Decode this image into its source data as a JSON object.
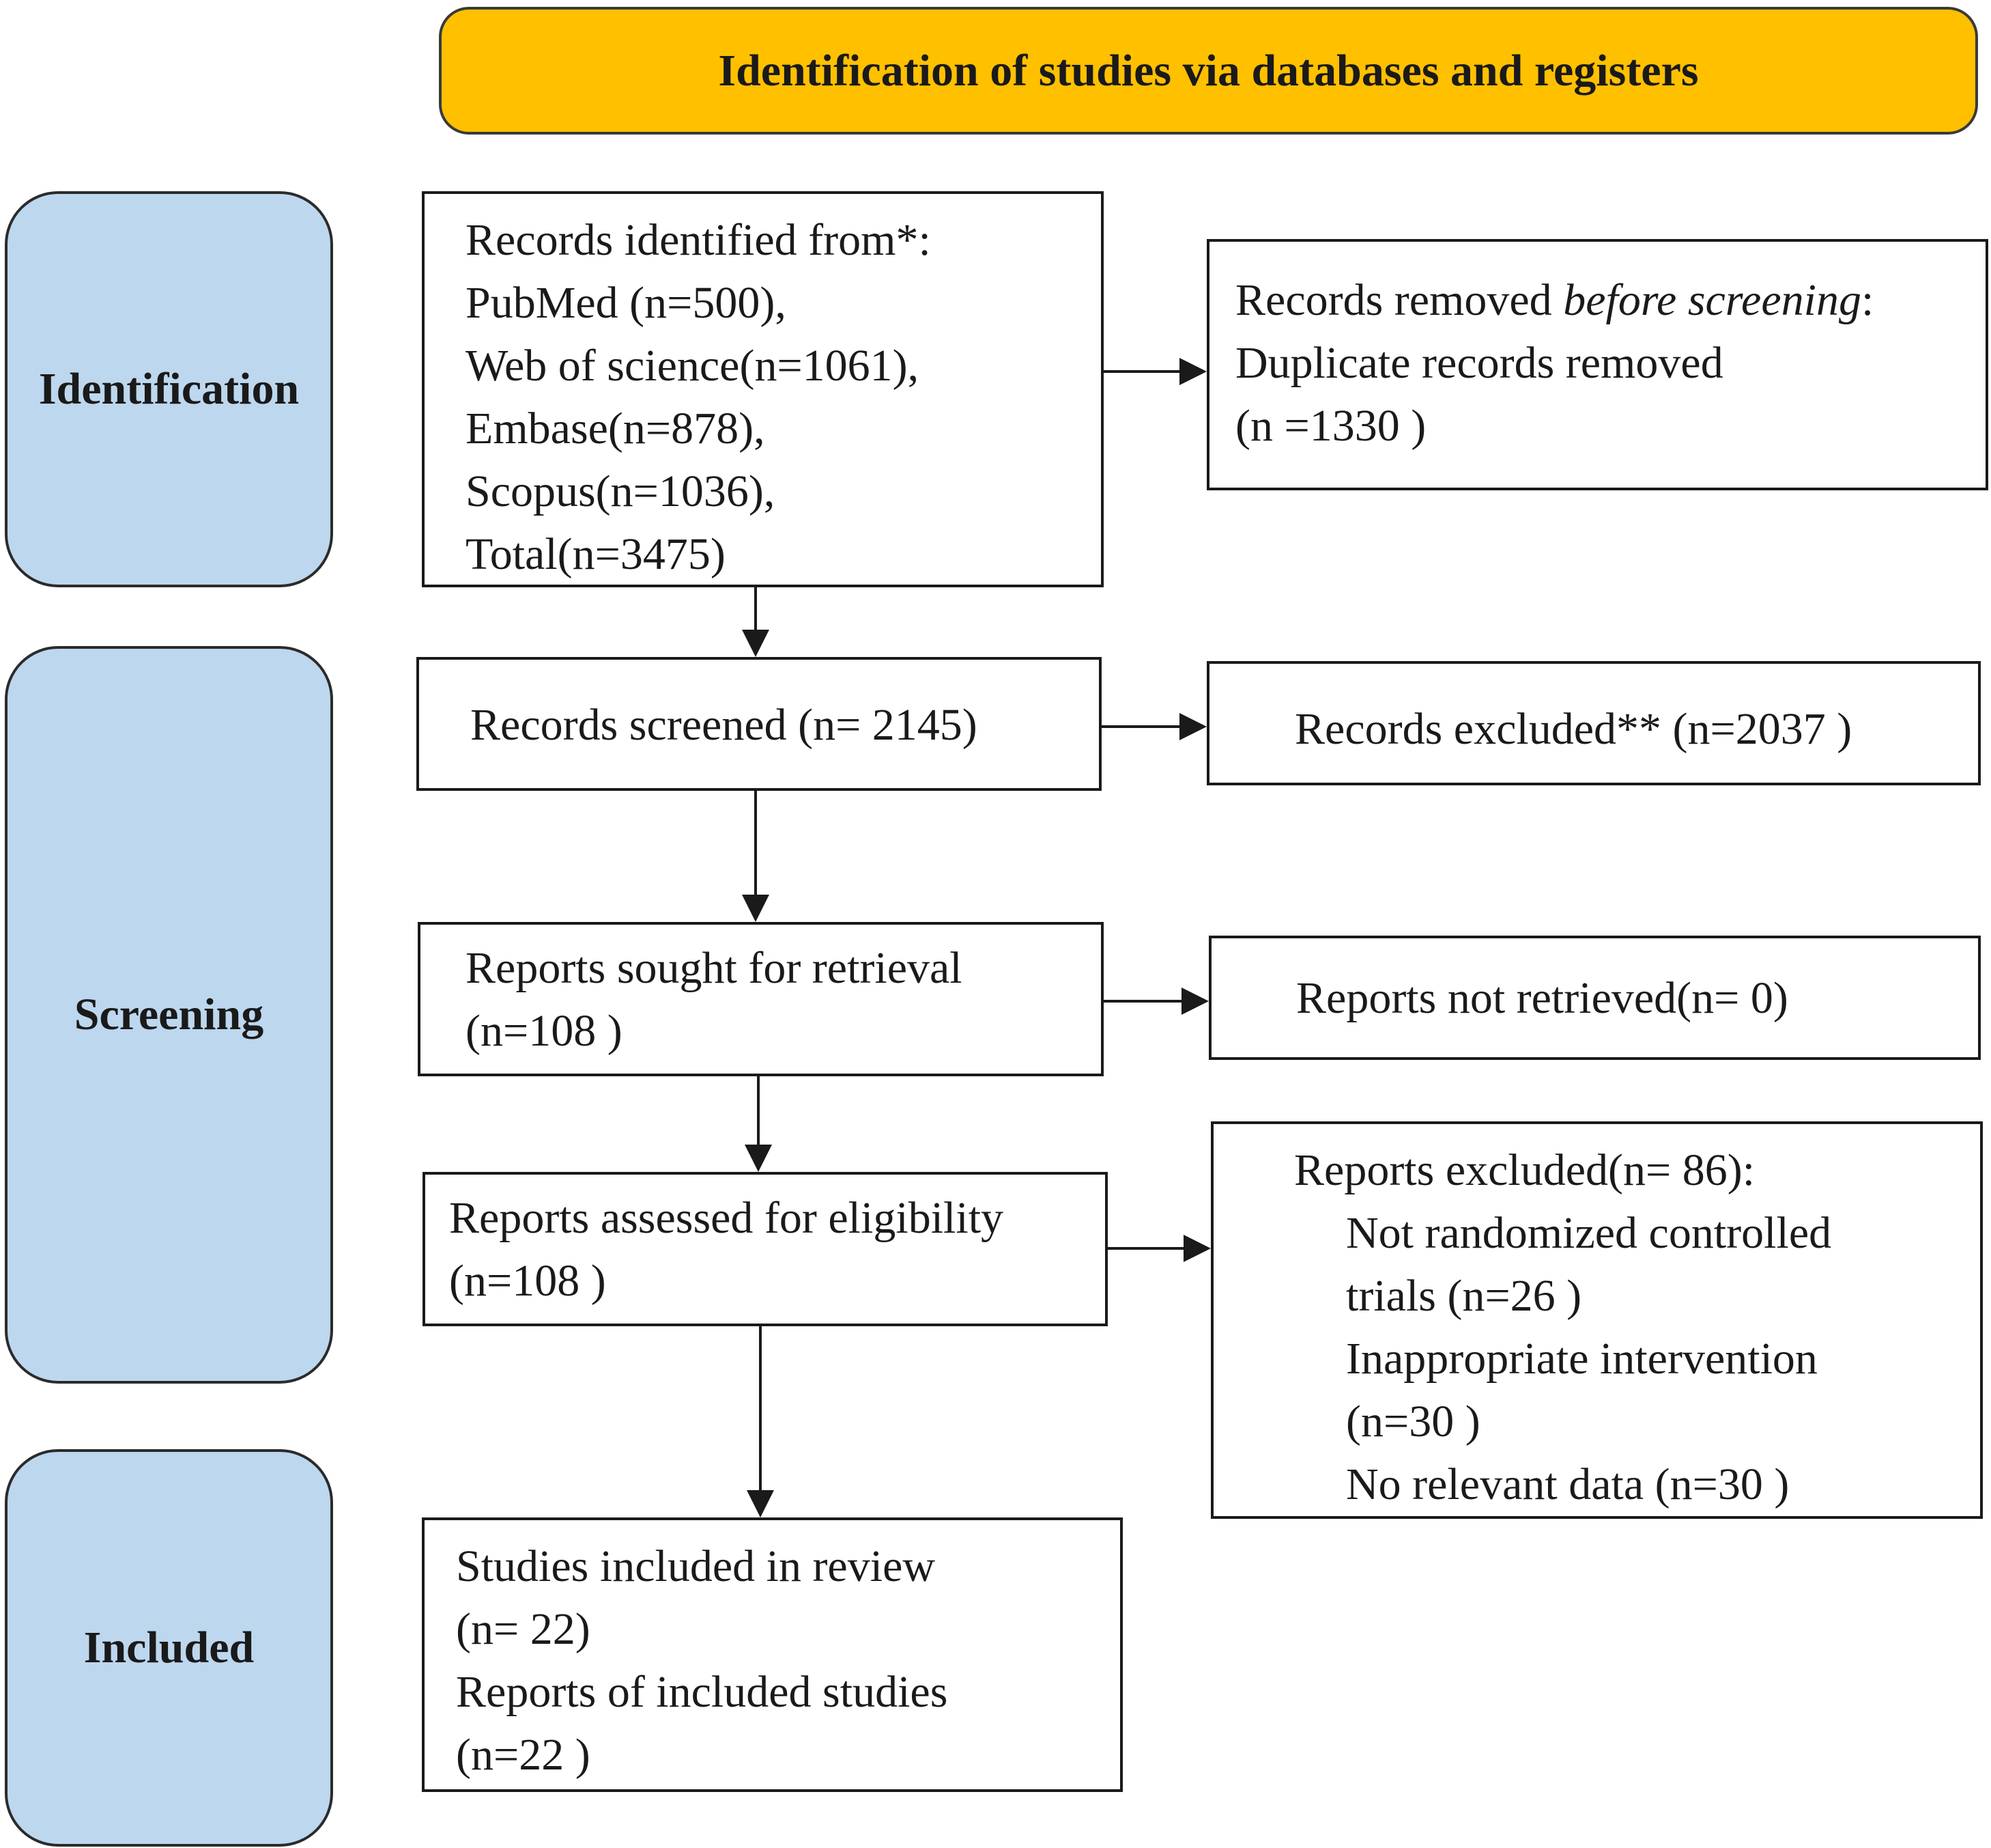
{
  "header": {
    "title": "Identification of studies via databases and registers"
  },
  "phases": {
    "identification": "Identification",
    "screening": "Screening",
    "included": "Included"
  },
  "boxes": {
    "records_identified": {
      "lines": [
        "Records identified from*:",
        "PubMed (n=500),",
        "Web of science(n=1061),",
        "Embase(n=878),",
        "Scopus(n=1036),",
        "Total(n=3475)"
      ]
    },
    "records_removed": {
      "line1_plain": "Records removed ",
      "line1_italic": "before screening",
      "line1_suffix": ":",
      "line2": "Duplicate records removed",
      "line3": "(n =1330 )"
    },
    "records_screened": {
      "text": "Records screened (n= 2145)"
    },
    "records_excluded": {
      "text": "Records excluded** (n=2037 )"
    },
    "reports_sought": {
      "lines": [
        "Reports sought for retrieval",
        "(n=108 )"
      ]
    },
    "reports_not_retrieved": {
      "text": "Reports not retrieved(n= 0)"
    },
    "reports_assessed": {
      "lines": [
        "Reports assessed for eligibility",
        "(n=108 )"
      ]
    },
    "reports_excluded": {
      "title": "Reports excluded(n= 86):",
      "items": [
        "Not randomized controlled",
        "trials (n=26 )",
        "Inappropriate intervention",
        "(n=30 )",
        "No relevant data (n=30 )"
      ]
    },
    "studies_included": {
      "lines": [
        "Studies included in review",
        "(n= 22)",
        "Reports of included studies",
        "(n=22 )"
      ]
    }
  }
}
